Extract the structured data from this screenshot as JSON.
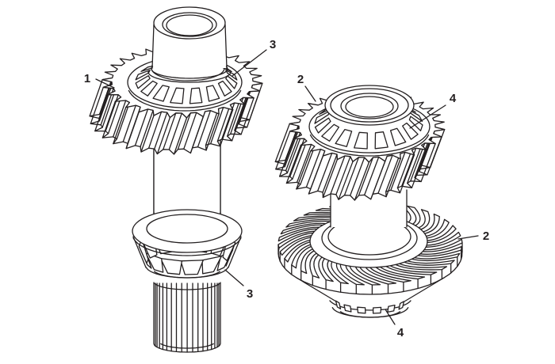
{
  "figure": {
    "background": "#ffffff",
    "line_color": "#231f20",
    "callouts": {
      "c1": {
        "label": "1"
      },
      "c3a": {
        "label": "3"
      },
      "c3b": {
        "label": "3"
      },
      "c2a": {
        "label": "2"
      },
      "c4a": {
        "label": "4"
      },
      "c2b": {
        "label": "2"
      },
      "c4b": {
        "label": "4"
      }
    }
  }
}
